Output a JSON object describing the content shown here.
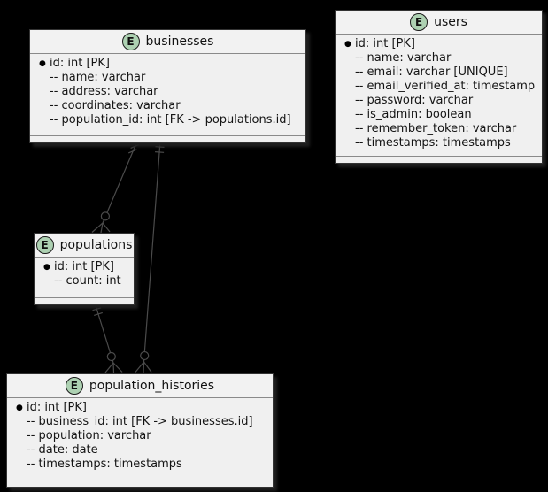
{
  "diagram": {
    "type": "entity-relationship",
    "background_color": "#000000",
    "tool_style": "plantuml-er"
  },
  "glyphs": {
    "entity_spot": "E",
    "pk_bullet": "●"
  },
  "colors": {
    "entity_fill": "#f0f0f0",
    "entity_border": "#333333",
    "divider": "#8a8a8a",
    "spot_fill": "#add1b2",
    "edge": "#4b4b4b",
    "text": "#141414"
  },
  "entities": {
    "businesses": {
      "title": "businesses",
      "attributes": [
        "id: int [PK]",
        "-- name: varchar",
        "-- address: varchar",
        "-- coordinates: varchar",
        "-- population_id: int [FK -> populations.id]"
      ]
    },
    "users": {
      "title": "users",
      "attributes": [
        "id: int [PK]",
        "-- name: varchar",
        "-- email: varchar [UNIQUE]",
        "-- email_verified_at: timestamp",
        "-- password: varchar",
        "-- is_admin: boolean",
        "-- remember_token: varchar",
        "-- timestamps: timestamps"
      ]
    },
    "populations": {
      "title": "populations",
      "attributes": [
        "id: int [PK]",
        "-- count: int"
      ]
    },
    "population_histories": {
      "title": "population_histories",
      "attributes": [
        "id: int [PK]",
        "-- business_id: int [FK -> businesses.id]",
        "-- population: varchar",
        "-- date: date",
        "-- timestamps: timestamps"
      ]
    }
  },
  "relationships": [
    {
      "from": "businesses",
      "to": "populations",
      "from_cardinality": "exactly-one (||)",
      "to_cardinality": "zero-or-many (o{)"
    },
    {
      "from": "businesses",
      "to": "population_histories",
      "from_cardinality": "exactly-one (||)",
      "to_cardinality": "zero-or-many (o{)"
    },
    {
      "from": "populations",
      "to": "population_histories",
      "from_cardinality": "exactly-one (||)",
      "to_cardinality": "zero-or-many (o{)"
    }
  ]
}
